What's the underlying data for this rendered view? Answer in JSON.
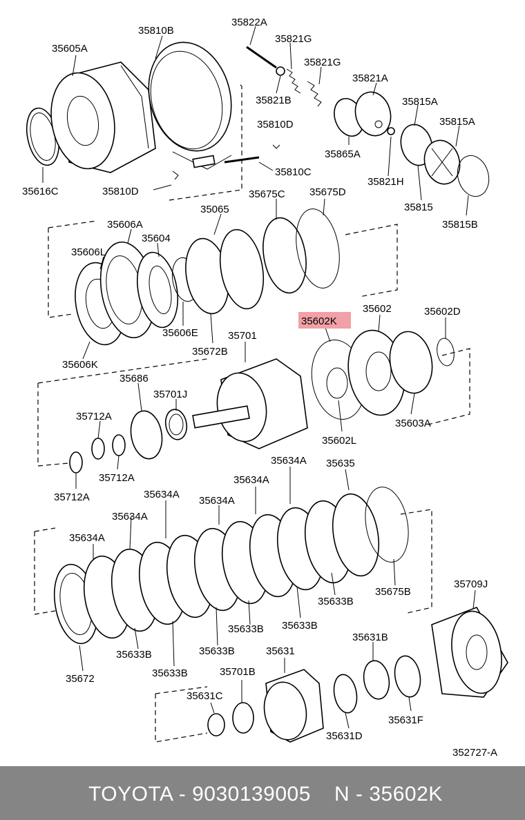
{
  "diagram": {
    "labels": {
      "l35605A": "35605A",
      "l35810B": "35810B",
      "l35822A": "35822A",
      "l35821G_1": "35821G",
      "l35821G_2": "35821G",
      "l35821A": "35821A",
      "l35821B": "35821B",
      "l35815A_1": "35815A",
      "l35815A_2": "35815A",
      "l35810D_1": "35810D",
      "l35865A": "35865A",
      "l35810C": "35810C",
      "l35821H": "35821H",
      "l35616C": "35616C",
      "l35810D_2": "35810D",
      "l35815": "35815",
      "l35815B": "35815B",
      "l35675C": "35675C",
      "l35675D": "35675D",
      "l35065": "35065",
      "l35606A": "35606A",
      "l35604": "35604",
      "l35606L": "35606L",
      "l35606E": "35606E",
      "l35672B": "35672B",
      "l35606K": "35606K",
      "l35602K": "35602K",
      "l35602": "35602",
      "l35602D": "35602D",
      "l35701": "35701",
      "l35686": "35686",
      "l35701J": "35701J",
      "l35712A_1": "35712A",
      "l35712A_2": "35712A",
      "l35712A_3": "35712A",
      "l35603A": "35603A",
      "l35602L": "35602L",
      "l35634A_1": "35634A",
      "l35635": "35635",
      "l35634A_2": "35634A",
      "l35634A_3": "35634A",
      "l35634A_4": "35634A",
      "l35634A_5": "35634A",
      "l35634A_6": "35634A",
      "l35633B_1": "35633B",
      "l35675B": "35675B",
      "l35633B_2": "35633B",
      "l35633B_3": "35633B",
      "l35633B_4": "35633B",
      "l35633B_5": "35633B",
      "l35633B_6": "35633B",
      "l35709J": "35709J",
      "l35672": "35672",
      "l35631": "35631",
      "l35631B": "35631B",
      "l35701B": "35701B",
      "l35631C": "35631C",
      "l35631D": "35631D",
      "l35631F": "35631F",
      "ref": "352727-A"
    },
    "highlight_color": "#f0a0a6"
  },
  "footer": {
    "left": "TOYOTA - 9030139005",
    "right": "N - 35602K",
    "bg_color": "#858585"
  }
}
